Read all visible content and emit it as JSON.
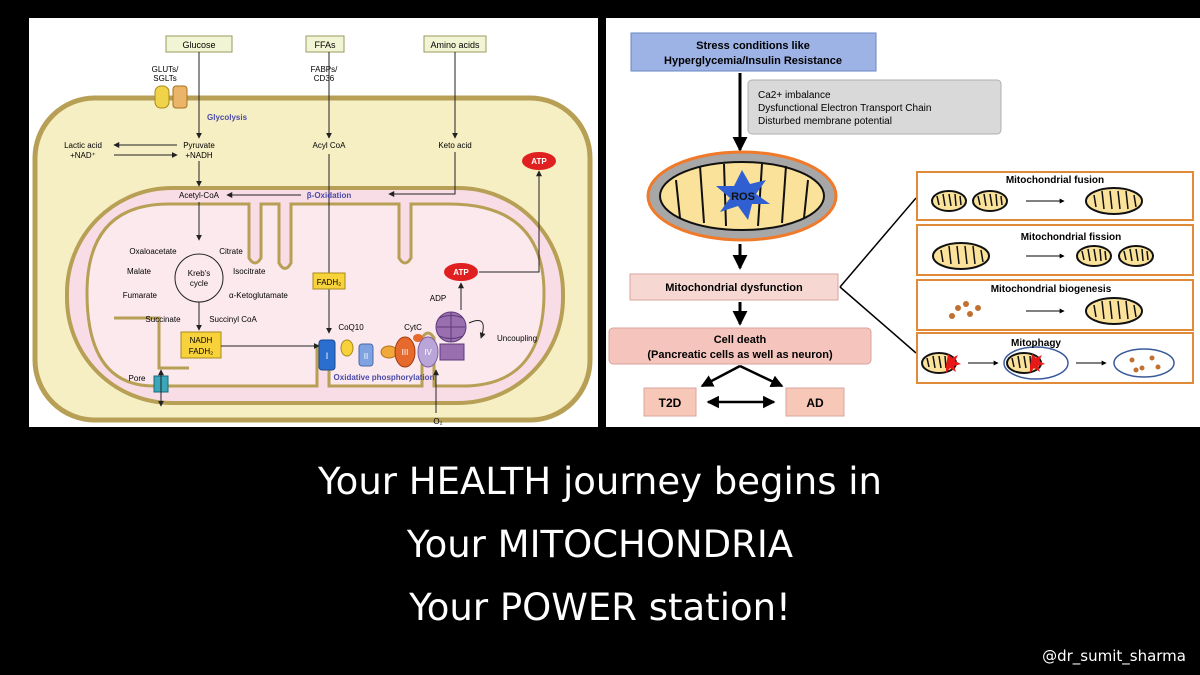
{
  "left": {
    "glucose": "Glucose",
    "ffas": "FFAs",
    "amino_acids": "Amino acids",
    "gluts_1": "GLUTs/",
    "gluts_2": "SGLTs",
    "fabps_1": "FABPs/",
    "fabps_2": "CD36",
    "glycolysis": "Glycolysis",
    "lactic_1": "Lactic acid",
    "lactic_2": "+NAD⁺",
    "pyruvate_1": "Pyruvate",
    "pyruvate_2": "+NADH",
    "acyl_coa": "Acyl CoA",
    "keto_acid": "Keto acid",
    "atp_out": "ATP",
    "acetyl_coa": "Acetyl-CoA",
    "beta_ox": "β-Oxidation",
    "oxaloacetate": "Oxaloacetate",
    "citrate": "Citrate",
    "malate": "Malate",
    "isocitrate": "Isocitrate",
    "krebs_1": "Kreb's",
    "krebs_2": "cycle",
    "fumarate": "Fumarate",
    "ketoglutamate": "α-Ketoglutamate",
    "succinate": "Succinate",
    "succinyl": "Succinyl CoA",
    "fadh2_mid": "FADH₂",
    "atp_in": "ATP",
    "adp": "ADP",
    "nadh": "NADH",
    "fadh2_low": "FADH₂",
    "coq10": "CoQ10",
    "cytc": "CytC",
    "uncoupling": "Uncoupling",
    "complex_1": "I",
    "complex_2": "II",
    "complex_3": "III",
    "complex_4": "IV",
    "pore": "Pore",
    "oxphos": "Oxidative phosphorylation",
    "o2": "O₂",
    "colors": {
      "cell": "#f6efc4",
      "mito": "#f9dde6",
      "outline": "#b7a055",
      "label_box": "#f2f5d3"
    }
  },
  "right": {
    "stress_1": "Stress conditions like",
    "stress_2": "Hyperglycemia/Insulin Resistance",
    "gray_1": "Ca2+ imbalance",
    "gray_2": "Dysfunctional Electron Transport Chain",
    "gray_3": "Disturbed membrane potential",
    "ros": "ROS",
    "dysfunction": "Mitochondrial dysfunction",
    "death_1": "Cell death",
    "death_2": "(Pancreatic cells as well as neuron)",
    "t2d": "T2D",
    "ad": "AD",
    "fusion": "Mitochondrial fusion",
    "fission": "Mitochondrial fission",
    "biogenesis": "Mitochondrial biogenesis",
    "mitophagy": "Mitophagy",
    "colors": {
      "stress_box": "#9db3e6",
      "gray_box": "#d9d9d9",
      "pink_box": "#f4c4bd",
      "mito_fill": "#fbe29a"
    }
  },
  "caption": {
    "line1": "Your HEALTH journey begins in",
    "line2": "Your MITOCHONDRIA",
    "line3": "Your POWER station!"
  },
  "handle": "@dr_sumit_sharma"
}
